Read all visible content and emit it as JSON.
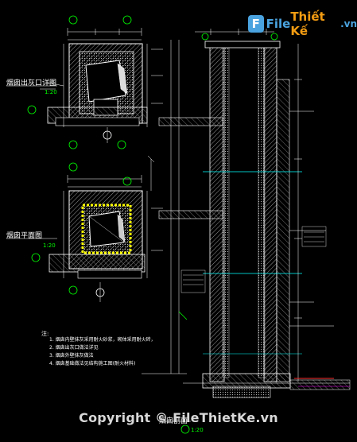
{
  "watermark": {
    "logo_letter": "F",
    "logo_text_a": "File",
    "logo_text_b": "Thiết Kế",
    "logo_text_c": ".vn",
    "copyright": "Copyright © FileThietKe.vn",
    "colors": {
      "brand_blue": "#4aa3df",
      "brand_orange": "#f39c12"
    }
  },
  "drawing": {
    "section_title_top": "烟囱出灰口详图",
    "section_title_mid": "烟囱平面图",
    "section_title_bottom": "烟囱剖面",
    "scale_top": "1:20",
    "scale_mid": "1:20",
    "scale_bottom": "1:20",
    "notes_heading": "注:",
    "notes": [
      "1. 烟囱内壁抹灰采用耐火砂浆，砌体采用耐火砖，",
      "2. 烟囱出灰口做法详见",
      "3. 烟囱外壁抹灰做法",
      "4. 烟囱基础做法见结构施工图(耐火材料)"
    ],
    "colors": {
      "line": "#ffffff",
      "cyan": "#00ffff",
      "green": "#00ff00",
      "yellow": "#ffff00",
      "red": "#ff3030",
      "magenta": "#ff00ff"
    }
  }
}
